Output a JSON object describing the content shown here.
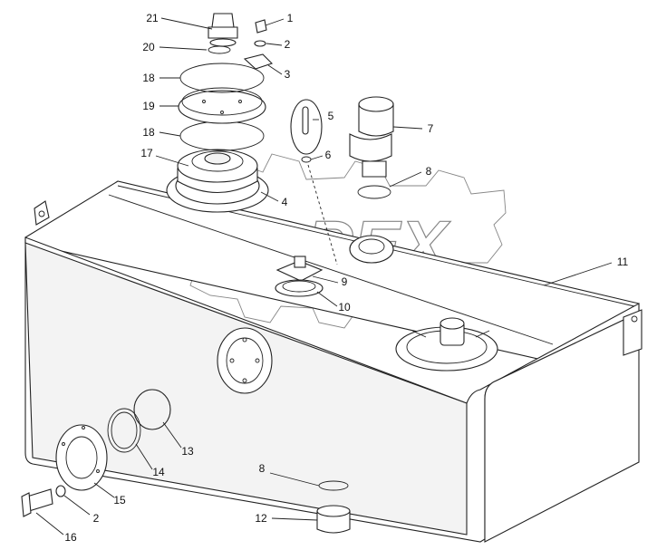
{
  "watermark": {
    "text": "OPEX"
  },
  "callouts": [
    {
      "label": "21"
    },
    {
      "label": "1"
    },
    {
      "label": "20"
    },
    {
      "label": "2"
    },
    {
      "label": "3"
    },
    {
      "label": "18"
    },
    {
      "label": "19"
    },
    {
      "label": "18"
    },
    {
      "label": "17"
    },
    {
      "label": "5"
    },
    {
      "label": "7"
    },
    {
      "label": "6"
    },
    {
      "label": "8"
    },
    {
      "label": "4"
    },
    {
      "label": "11"
    },
    {
      "label": "9"
    },
    {
      "label": "10"
    },
    {
      "label": "13"
    },
    {
      "label": "14"
    },
    {
      "label": "15"
    },
    {
      "label": "2"
    },
    {
      "label": "16"
    },
    {
      "label": "8"
    },
    {
      "label": "12"
    }
  ]
}
